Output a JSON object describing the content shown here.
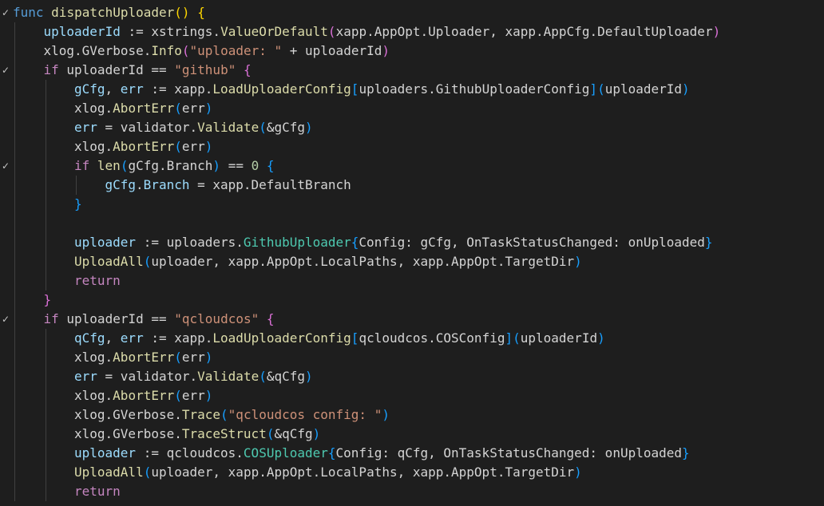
{
  "editor": {
    "fold_icon": "chevron-down-icon",
    "fold_glyph": "✓",
    "lines": [
      {
        "fold": true,
        "indent": 0,
        "tokens": [
          {
            "c": "kw",
            "t": "func"
          },
          {
            "c": "plain",
            "t": " "
          },
          {
            "c": "fn",
            "t": "dispatchUploader"
          },
          {
            "c": "b1",
            "t": "()"
          },
          {
            "c": "plain",
            "t": " "
          },
          {
            "c": "b1",
            "t": "{"
          }
        ]
      },
      {
        "fold": false,
        "indent": 1,
        "tokens": [
          {
            "c": "var",
            "t": "uploaderId"
          },
          {
            "c": "plain",
            "t": " := xstrings."
          },
          {
            "c": "fn",
            "t": "ValueOrDefault"
          },
          {
            "c": "b2",
            "t": "("
          },
          {
            "c": "plain",
            "t": "xapp.AppOpt.Uploader, xapp.AppCfg.DefaultUploader"
          },
          {
            "c": "b2",
            "t": ")"
          }
        ]
      },
      {
        "fold": false,
        "indent": 1,
        "tokens": [
          {
            "c": "plain",
            "t": "xlog.GVerbose."
          },
          {
            "c": "fn",
            "t": "Info"
          },
          {
            "c": "b2",
            "t": "("
          },
          {
            "c": "str",
            "t": "\"uploader: \""
          },
          {
            "c": "plain",
            "t": " + uploaderId"
          },
          {
            "c": "b2",
            "t": ")"
          }
        ]
      },
      {
        "fold": true,
        "indent": 1,
        "tokens": [
          {
            "c": "ctl",
            "t": "if"
          },
          {
            "c": "plain",
            "t": " uploaderId == "
          },
          {
            "c": "str",
            "t": "\"github\""
          },
          {
            "c": "plain",
            "t": " "
          },
          {
            "c": "b2",
            "t": "{"
          }
        ]
      },
      {
        "fold": false,
        "indent": 2,
        "tokens": [
          {
            "c": "var",
            "t": "gCfg"
          },
          {
            "c": "plain",
            "t": ", "
          },
          {
            "c": "var",
            "t": "err"
          },
          {
            "c": "plain",
            "t": " := xapp."
          },
          {
            "c": "fn",
            "t": "LoadUploaderConfig"
          },
          {
            "c": "b3",
            "t": "["
          },
          {
            "c": "plain",
            "t": "uploaders.GithubUploaderConfig"
          },
          {
            "c": "b3",
            "t": "]"
          },
          {
            "c": "b3",
            "t": "("
          },
          {
            "c": "plain",
            "t": "uploaderId"
          },
          {
            "c": "b3",
            "t": ")"
          }
        ]
      },
      {
        "fold": false,
        "indent": 2,
        "tokens": [
          {
            "c": "plain",
            "t": "xlog."
          },
          {
            "c": "fn",
            "t": "AbortErr"
          },
          {
            "c": "b3",
            "t": "("
          },
          {
            "c": "plain",
            "t": "err"
          },
          {
            "c": "b3",
            "t": ")"
          }
        ]
      },
      {
        "fold": false,
        "indent": 2,
        "tokens": [
          {
            "c": "var",
            "t": "err"
          },
          {
            "c": "plain",
            "t": " = validator."
          },
          {
            "c": "fn",
            "t": "Validate"
          },
          {
            "c": "b3",
            "t": "("
          },
          {
            "c": "plain",
            "t": "&gCfg"
          },
          {
            "c": "b3",
            "t": ")"
          }
        ]
      },
      {
        "fold": false,
        "indent": 2,
        "tokens": [
          {
            "c": "plain",
            "t": "xlog."
          },
          {
            "c": "fn",
            "t": "AbortErr"
          },
          {
            "c": "b3",
            "t": "("
          },
          {
            "c": "plain",
            "t": "err"
          },
          {
            "c": "b3",
            "t": ")"
          }
        ]
      },
      {
        "fold": true,
        "indent": 2,
        "tokens": [
          {
            "c": "ctl",
            "t": "if"
          },
          {
            "c": "plain",
            "t": " "
          },
          {
            "c": "fn",
            "t": "len"
          },
          {
            "c": "b3",
            "t": "("
          },
          {
            "c": "plain",
            "t": "gCfg.Branch"
          },
          {
            "c": "b3",
            "t": ")"
          },
          {
            "c": "plain",
            "t": " == "
          },
          {
            "c": "num",
            "t": "0"
          },
          {
            "c": "plain",
            "t": " "
          },
          {
            "c": "b3",
            "t": "{"
          }
        ]
      },
      {
        "fold": false,
        "indent": 3,
        "tokens": [
          {
            "c": "var",
            "t": "gCfg"
          },
          {
            "c": "plain",
            "t": "."
          },
          {
            "c": "var",
            "t": "Branch"
          },
          {
            "c": "plain",
            "t": " = xapp.DefaultBranch"
          }
        ]
      },
      {
        "fold": false,
        "indent": 2,
        "tokens": [
          {
            "c": "b3",
            "t": "}"
          }
        ]
      },
      {
        "fold": false,
        "indent": 0,
        "tokens": []
      },
      {
        "fold": false,
        "indent": 2,
        "tokens": [
          {
            "c": "var",
            "t": "uploader"
          },
          {
            "c": "plain",
            "t": " := uploaders."
          },
          {
            "c": "type",
            "t": "GithubUploader"
          },
          {
            "c": "b3",
            "t": "{"
          },
          {
            "c": "plain",
            "t": "Config: gCfg, OnTaskStatusChanged: onUploaded"
          },
          {
            "c": "b3",
            "t": "}"
          }
        ]
      },
      {
        "fold": false,
        "indent": 2,
        "tokens": [
          {
            "c": "fn",
            "t": "UploadAll"
          },
          {
            "c": "b3",
            "t": "("
          },
          {
            "c": "plain",
            "t": "uploader, xapp.AppOpt.LocalPaths, xapp.AppOpt.TargetDir"
          },
          {
            "c": "b3",
            "t": ")"
          }
        ]
      },
      {
        "fold": false,
        "indent": 2,
        "tokens": [
          {
            "c": "ctl",
            "t": "return"
          }
        ]
      },
      {
        "fold": false,
        "indent": 1,
        "tokens": [
          {
            "c": "b2",
            "t": "}"
          }
        ]
      },
      {
        "fold": true,
        "indent": 1,
        "tokens": [
          {
            "c": "ctl",
            "t": "if"
          },
          {
            "c": "plain",
            "t": " uploaderId == "
          },
          {
            "c": "str",
            "t": "\"qcloudcos\""
          },
          {
            "c": "plain",
            "t": " "
          },
          {
            "c": "b2",
            "t": "{"
          }
        ]
      },
      {
        "fold": false,
        "indent": 2,
        "tokens": [
          {
            "c": "var",
            "t": "qCfg"
          },
          {
            "c": "plain",
            "t": ", "
          },
          {
            "c": "var",
            "t": "err"
          },
          {
            "c": "plain",
            "t": " := xapp."
          },
          {
            "c": "fn",
            "t": "LoadUploaderConfig"
          },
          {
            "c": "b3",
            "t": "["
          },
          {
            "c": "plain",
            "t": "qcloudcos.COSConfig"
          },
          {
            "c": "b3",
            "t": "]"
          },
          {
            "c": "b3",
            "t": "("
          },
          {
            "c": "plain",
            "t": "uploaderId"
          },
          {
            "c": "b3",
            "t": ")"
          }
        ]
      },
      {
        "fold": false,
        "indent": 2,
        "tokens": [
          {
            "c": "plain",
            "t": "xlog."
          },
          {
            "c": "fn",
            "t": "AbortErr"
          },
          {
            "c": "b3",
            "t": "("
          },
          {
            "c": "plain",
            "t": "err"
          },
          {
            "c": "b3",
            "t": ")"
          }
        ]
      },
      {
        "fold": false,
        "indent": 2,
        "tokens": [
          {
            "c": "var",
            "t": "err"
          },
          {
            "c": "plain",
            "t": " = validator."
          },
          {
            "c": "fn",
            "t": "Validate"
          },
          {
            "c": "b3",
            "t": "("
          },
          {
            "c": "plain",
            "t": "&qCfg"
          },
          {
            "c": "b3",
            "t": ")"
          }
        ]
      },
      {
        "fold": false,
        "indent": 2,
        "tokens": [
          {
            "c": "plain",
            "t": "xlog."
          },
          {
            "c": "fn",
            "t": "AbortErr"
          },
          {
            "c": "b3",
            "t": "("
          },
          {
            "c": "plain",
            "t": "err"
          },
          {
            "c": "b3",
            "t": ")"
          }
        ]
      },
      {
        "fold": false,
        "indent": 2,
        "tokens": [
          {
            "c": "plain",
            "t": "xlog.GVerbose."
          },
          {
            "c": "fn",
            "t": "Trace"
          },
          {
            "c": "b3",
            "t": "("
          },
          {
            "c": "str",
            "t": "\"qcloudcos config: \""
          },
          {
            "c": "b3",
            "t": ")"
          }
        ]
      },
      {
        "fold": false,
        "indent": 2,
        "tokens": [
          {
            "c": "plain",
            "t": "xlog.GVerbose."
          },
          {
            "c": "fn",
            "t": "TraceStruct"
          },
          {
            "c": "b3",
            "t": "("
          },
          {
            "c": "plain",
            "t": "&qCfg"
          },
          {
            "c": "b3",
            "t": ")"
          }
        ]
      },
      {
        "fold": false,
        "indent": 2,
        "tokens": [
          {
            "c": "var",
            "t": "uploader"
          },
          {
            "c": "plain",
            "t": " := qcloudcos."
          },
          {
            "c": "type",
            "t": "COSUploader"
          },
          {
            "c": "b3",
            "t": "{"
          },
          {
            "c": "plain",
            "t": "Config: qCfg, OnTaskStatusChanged: onUploaded"
          },
          {
            "c": "b3",
            "t": "}"
          }
        ]
      },
      {
        "fold": false,
        "indent": 2,
        "tokens": [
          {
            "c": "fn",
            "t": "UploadAll"
          },
          {
            "c": "b3",
            "t": "("
          },
          {
            "c": "plain",
            "t": "uploader, xapp.AppOpt.LocalPaths, xapp.AppOpt.TargetDir"
          },
          {
            "c": "b3",
            "t": ")"
          }
        ]
      },
      {
        "fold": false,
        "indent": 2,
        "tokens": [
          {
            "c": "ctl",
            "t": "return"
          }
        ]
      }
    ]
  }
}
